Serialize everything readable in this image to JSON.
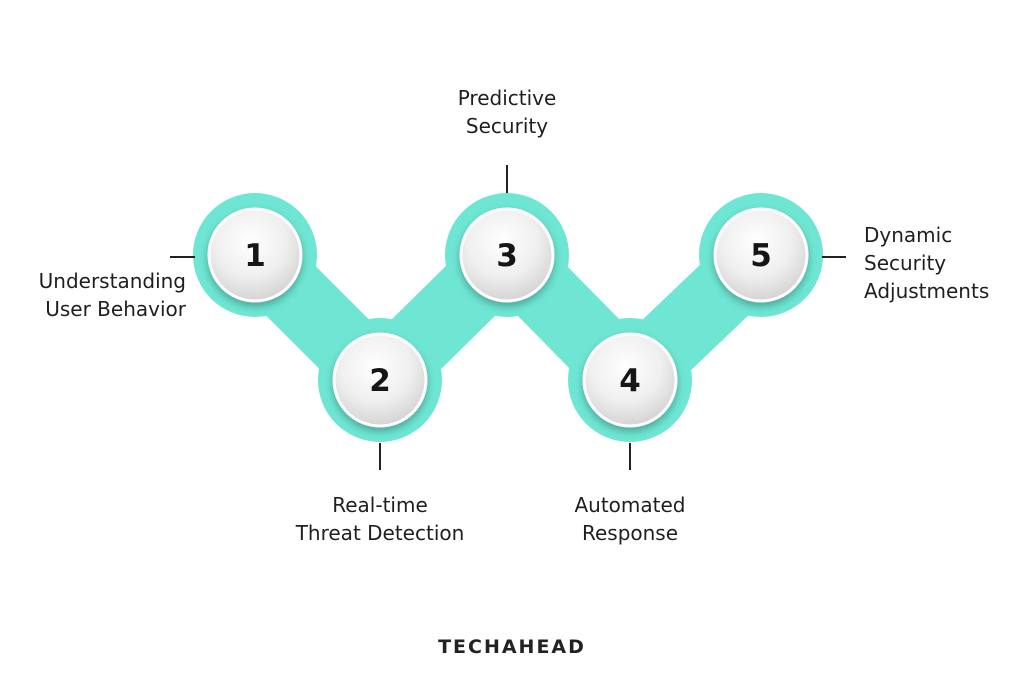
{
  "diagram": {
    "accent_color": "#6ee6d3",
    "steps": [
      {
        "number": "1",
        "label_lines": [
          "Understanding",
          "User Behavior"
        ]
      },
      {
        "number": "2",
        "label_lines": [
          "Real-time",
          "Threat Detection"
        ]
      },
      {
        "number": "3",
        "label_lines": [
          "Predictive",
          "Security"
        ]
      },
      {
        "number": "4",
        "label_lines": [
          "Automated",
          "Response"
        ]
      },
      {
        "number": "5",
        "label_lines": [
          "Dynamic",
          "Security",
          "Adjustments"
        ]
      }
    ]
  },
  "brand": {
    "name": "TECHAHEAD"
  }
}
